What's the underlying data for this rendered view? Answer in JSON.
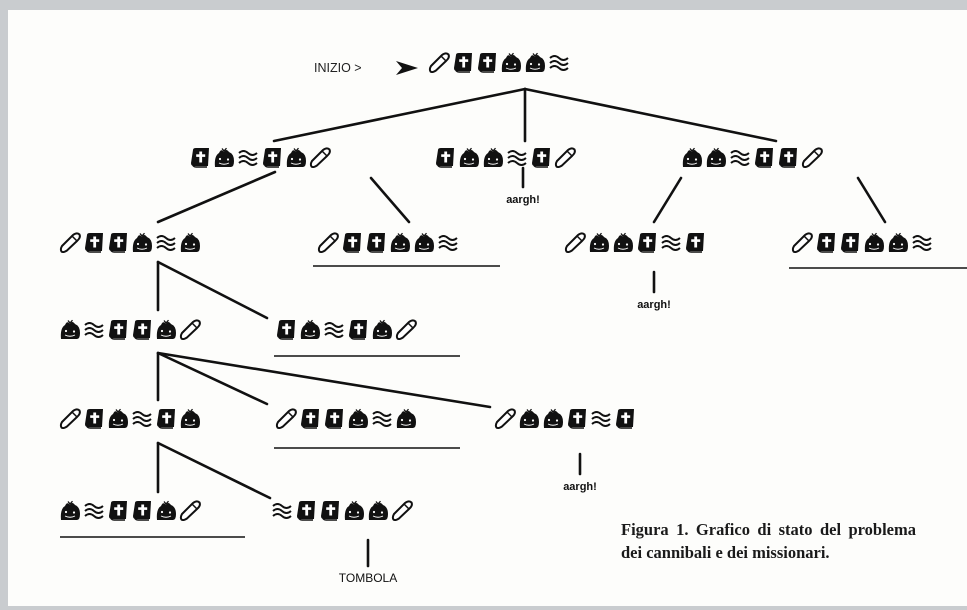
{
  "start_label": "INIZIO >",
  "caption": "Figura 1. Grafico di stato del problema dei cannibali e dei missionari.",
  "terminals": {
    "death": "aargh!",
    "goal": "TOMBOLA"
  },
  "legend": {
    "M": "bible-icon",
    "C": "cannibal-icon",
    "B": "boat-icon",
    "R": "river-icon",
    "S": "start-arrow-icon"
  },
  "states": [
    {
      "id": "s0",
      "seq": "BMMCCR"
    },
    {
      "id": "s1",
      "seq": "MCRMCB"
    },
    {
      "id": "s2",
      "seq": "MCCRMB"
    },
    {
      "id": "s3",
      "seq": "CCRMMB"
    },
    {
      "id": "s4",
      "seq": "BMMCRC"
    },
    {
      "id": "s5",
      "seq": "BMMCCR"
    },
    {
      "id": "s6",
      "seq": "BCCMRM"
    },
    {
      "id": "s7",
      "seq": "BMMCCR"
    },
    {
      "id": "s8",
      "seq": "CRMMCB"
    },
    {
      "id": "s9",
      "seq": "MCRMCB"
    },
    {
      "id": "s10",
      "seq": "BMCRMC"
    },
    {
      "id": "s11",
      "seq": "BMMCRC"
    },
    {
      "id": "s12",
      "seq": "BCCMRM"
    },
    {
      "id": "s13",
      "seq": "CRMMCB"
    },
    {
      "id": "s14",
      "seq": "RMMCCB"
    }
  ]
}
